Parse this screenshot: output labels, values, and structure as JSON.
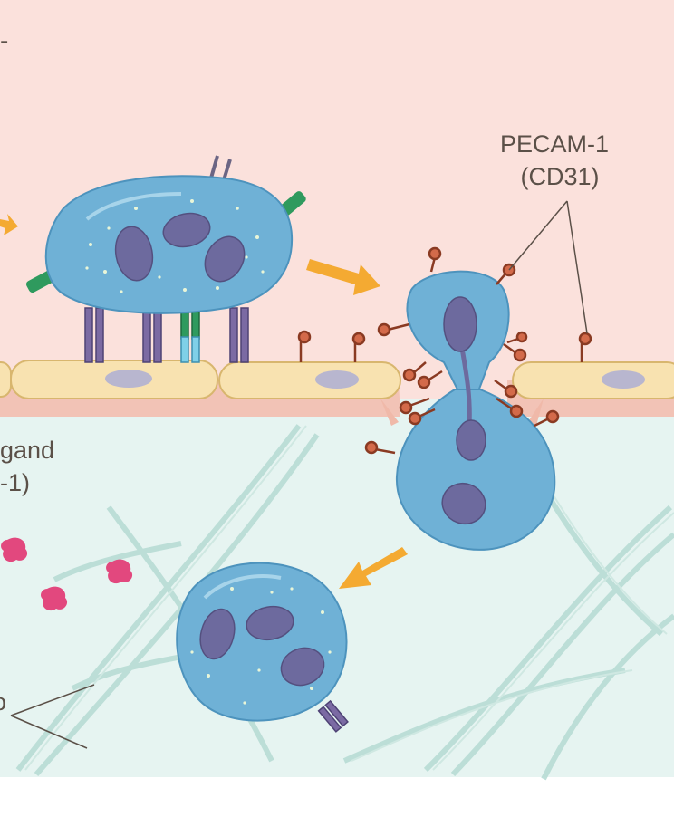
{
  "labels": {
    "pecam_line1": "PECAM-1",
    "pecam_line2": "(CD31)",
    "ligand_line1": "gand",
    "ligand_line2": "-1)",
    "left_edge_mark": "-",
    "lower_left_fragment": "o"
  },
  "colors": {
    "vessel_lumen": "#fbe1dc",
    "tissue": "#e6f4f1",
    "endothelium": "#f8e2b0",
    "cell_body": "#6fb1d6",
    "nucleus": "#6d6a9e",
    "arrow": "#f4aa32",
    "pecam": "#c0502a",
    "chemokine": "#e2487e",
    "fiber": "#b8dcd5"
  }
}
